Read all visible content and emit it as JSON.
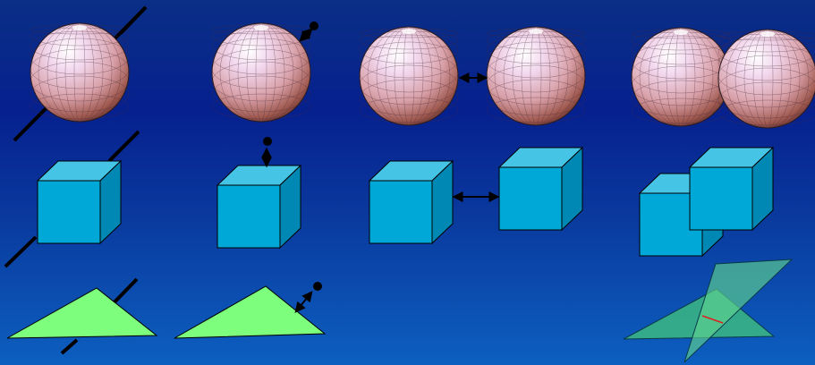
{
  "colors": {
    "background_top": "#0a2f86",
    "background_bottom": "#0c5fc0",
    "cube_front": "#00a8d8",
    "cube_top": "#46c4e6",
    "cube_side": "#0088b4",
    "triangle": "#7dff7d",
    "plane": "#3fbf7f",
    "intersection_line": "#e02020",
    "sphere_light": "#f2d8ee",
    "sphere_dark": "#8a3f3a"
  },
  "rows": [
    {
      "shape": "sphere",
      "panels": [
        "line-intersects",
        "point-distance",
        "sphere-sphere-distance",
        "sphere-sphere-overlap"
      ]
    },
    {
      "shape": "cube",
      "panels": [
        "line-intersects",
        "point-distance",
        "cube-cube-distance",
        "cube-cube-overlap"
      ]
    },
    {
      "shape": "triangle",
      "panels": [
        "line-intersects",
        "point-distance",
        "plane-plane-intersection"
      ]
    }
  ]
}
